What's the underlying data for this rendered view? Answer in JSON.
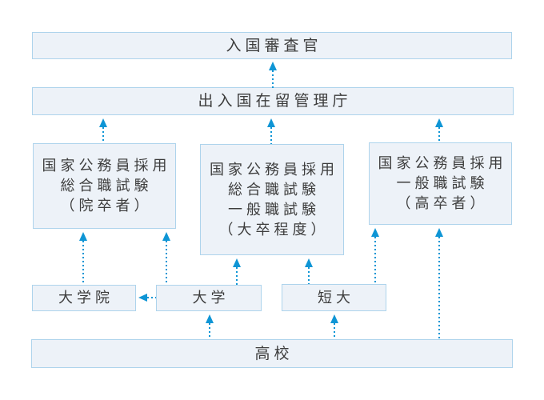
{
  "boxes": {
    "inspector": {
      "label": "入国審査官"
    },
    "agency": {
      "label": "出入国在留管理庁"
    },
    "exam_comprehensive_grad": {
      "lines": [
        "国家公務員採用",
        "総合職試験",
        "（院卒者）"
      ]
    },
    "exam_comprehensive_general_univ": {
      "lines": [
        "国家公務員採用",
        "総合職試験",
        "一般職試験",
        "（大卒程度）"
      ]
    },
    "exam_general_hs": {
      "lines": [
        "国家公務員採用",
        "一般職試験",
        "（高卒者）"
      ]
    },
    "grad_school": {
      "label": "大学院"
    },
    "university": {
      "label": "大学"
    },
    "junior_college": {
      "label": "短大"
    },
    "high_school": {
      "label": "高校"
    }
  },
  "connections": [
    {
      "from": "agency",
      "to": "inspector",
      "style": "dotted-arrow-up"
    },
    {
      "from": "exam_comprehensive_grad",
      "to": "agency",
      "style": "dotted-arrow-up"
    },
    {
      "from": "exam_comprehensive_general_univ",
      "to": "agency",
      "style": "dotted-arrow-up"
    },
    {
      "from": "exam_general_hs",
      "to": "agency",
      "style": "dotted-arrow-up"
    },
    {
      "from": "grad_school",
      "to": "exam_comprehensive_grad",
      "style": "dotted-arrow-up"
    },
    {
      "from": "university",
      "to": "exam_comprehensive_grad",
      "style": "dotted-arrow-up"
    },
    {
      "from": "university",
      "to": "exam_comprehensive_general_univ",
      "style": "dotted-arrow-up"
    },
    {
      "from": "junior_college",
      "to": "exam_comprehensive_general_univ",
      "style": "dotted-arrow-up"
    },
    {
      "from": "junior_college",
      "to": "exam_general_hs",
      "style": "dotted-arrow-up"
    },
    {
      "from": "high_school",
      "to": "exam_general_hs",
      "style": "dotted-arrow-up"
    },
    {
      "from": "high_school",
      "to": "university",
      "style": "dotted-arrow-up"
    },
    {
      "from": "high_school",
      "to": "junior_college",
      "style": "dotted-arrow-up"
    },
    {
      "from": "university",
      "to": "grad_school",
      "style": "dotted-arrow-left"
    }
  ],
  "colors": {
    "arrow": "#0e95d5",
    "box_border": "#aed4ec",
    "box_fill": "#edf2f8",
    "text": "#3d3d3d",
    "background": "#ffffff"
  }
}
